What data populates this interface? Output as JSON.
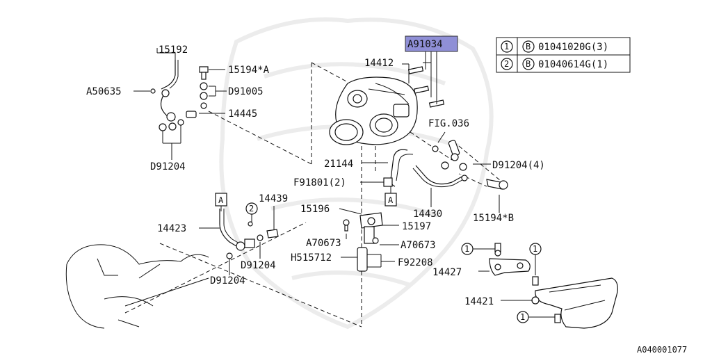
{
  "diagram": {
    "highlight_color": "#8f8fd6",
    "parts": {
      "p15192": "15192",
      "p15194A": "15194*A",
      "pA50635": "A50635",
      "pD91005": "D91005",
      "p14445": "14445",
      "pD91204_left": "D91204",
      "pA91034": "A91034",
      "p14412": "14412",
      "pFIG036": "FIG.036",
      "p21144": "21144",
      "pD91204_4": "D91204(4)",
      "pF91801": "F91801(2)",
      "p15196": "15196",
      "p14430": "14430",
      "p15194B": "15194*B",
      "p15197": "15197",
      "p14439": "14439",
      "p14423": "14423",
      "pA70673_a": "A70673",
      "pA70673_b": "A70673",
      "pH515712": "H515712",
      "pF92208": "F92208",
      "pD91204_mid": "D91204",
      "pD91204_low": "D91204",
      "p14427": "14427",
      "p14421": "14421"
    },
    "markers": {
      "box_a_1": "A",
      "box_a_2": "A",
      "circle_2": "2",
      "circle_1a": "1",
      "circle_1b": "1",
      "circle_1c": "1"
    },
    "legend": {
      "rows": [
        {
          "num": "1",
          "bolt": "B",
          "code": "01041020G(3)"
        },
        {
          "num": "2",
          "bolt": "B",
          "code": "01040614G(1)"
        }
      ]
    },
    "figure_id": "A040001077"
  }
}
